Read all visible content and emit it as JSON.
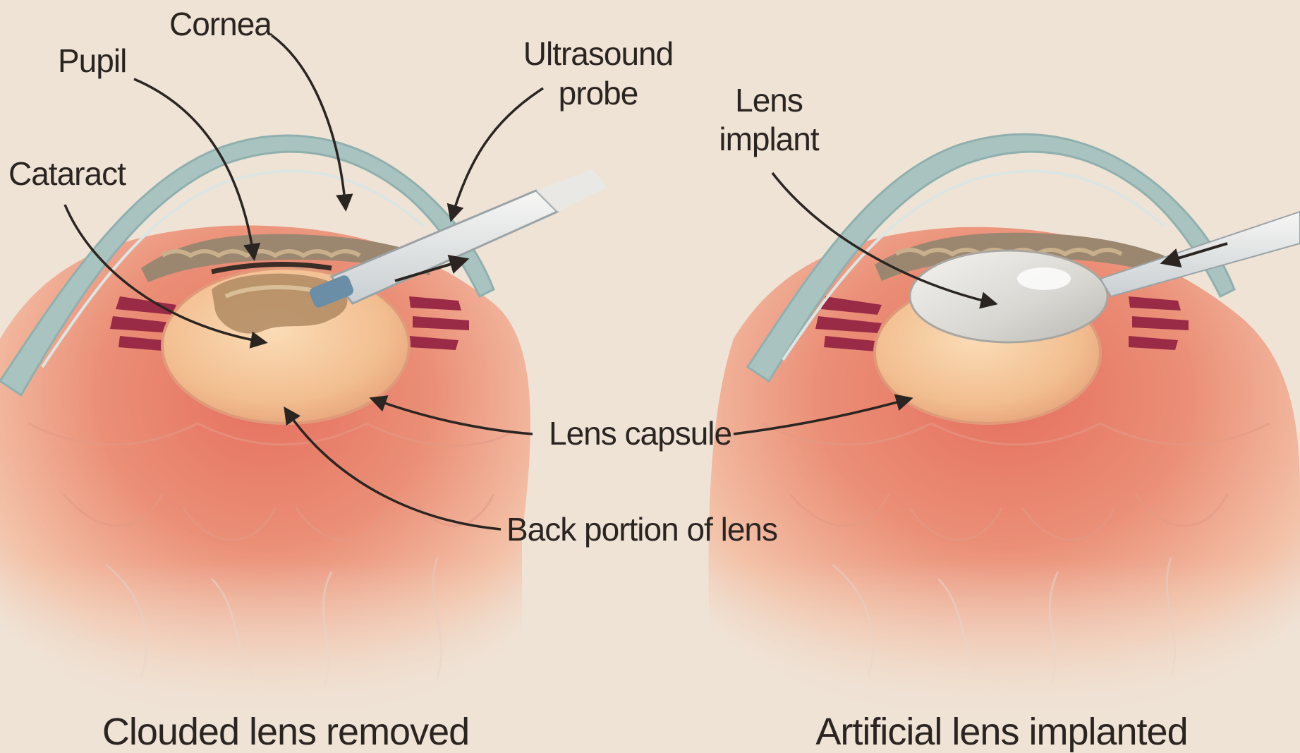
{
  "colors": {
    "background": "#efe3d6",
    "cornea": "#a9c3c0",
    "iris": "#9b8670",
    "ciliary": "#9a2b46",
    "eye_interior": "#e07a6a",
    "lens": "#f3c79a",
    "implant": "#d8d8d4",
    "leader_line": "#2b2522"
  },
  "labels": {
    "cornea": "Cornea",
    "pupil": "Pupil",
    "cataract": "Cataract",
    "ultrasound_probe_line1": "Ultrasound",
    "ultrasound_probe_line2": "probe",
    "lens_implant_line1": "Lens",
    "lens_implant_line2": "implant",
    "lens_capsule": "Lens capsule",
    "back_portion": "Back portion of lens"
  },
  "captions": {
    "left": "Clouded lens removed",
    "right": "Artificial lens implanted"
  },
  "icons": {
    "probe": "ultrasound-probe-icon",
    "instrument": "implant-injector-icon"
  }
}
